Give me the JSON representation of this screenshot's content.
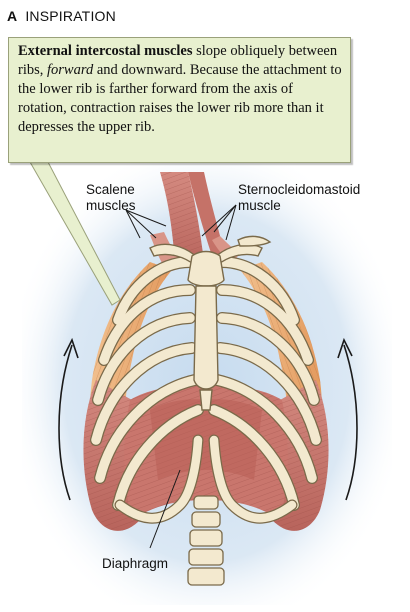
{
  "panel": {
    "letter": "A",
    "title": "INSPIRATION"
  },
  "callout": {
    "term": "External intercostal muscles",
    "text_1": " slope obliquely between ribs, ",
    "emphasis": "forward",
    "text_2": " and downward. Because the attachment to the lower rib is farther forward from the axis of rotation, contraction raises the lower rib more than it depresses the upper rib."
  },
  "labels": {
    "scalene_line1": "Scalene",
    "scalene_line2": "muscles",
    "scm_line1": "Sternocleidomastoid",
    "scm_line2": "muscle",
    "diaphragm": "Diaphragm"
  },
  "colors": {
    "background_glow": "#cddff0",
    "bone": "#f3e9cf",
    "bone_outline": "#7a6a4a",
    "external_intercostal": "#e9a86a",
    "muscle": "#c97a72",
    "muscle_dark": "#a8564f",
    "callout_fill": "#e8f0cf"
  }
}
